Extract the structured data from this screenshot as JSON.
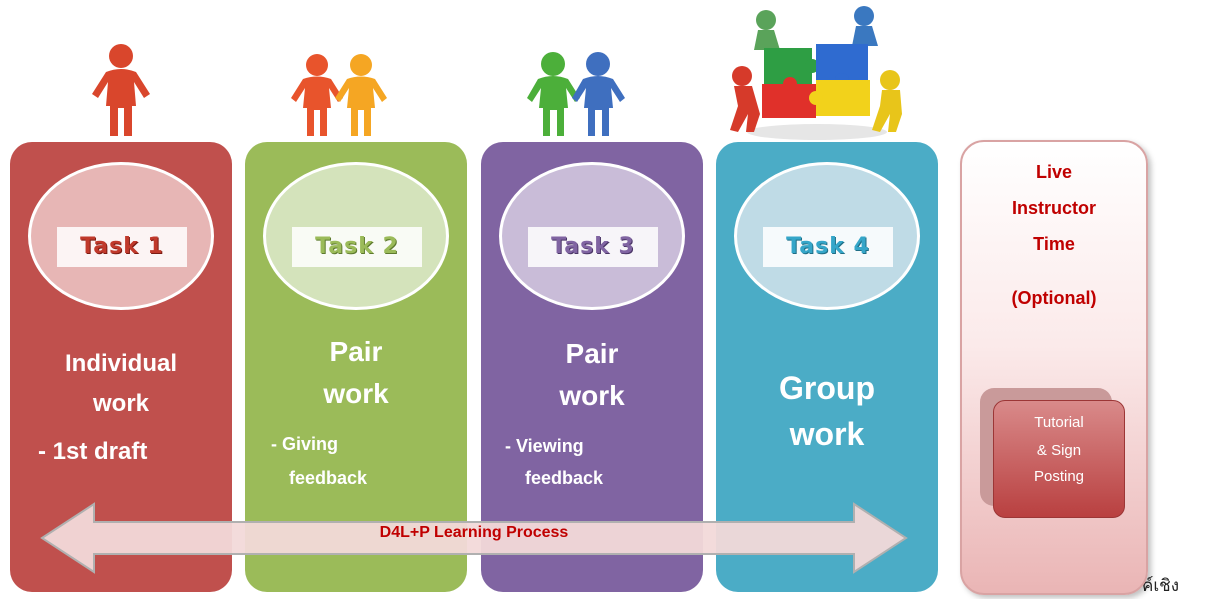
{
  "tasks": [
    {
      "task_label": "Task 1",
      "title_line1": "Individual",
      "title_line2": "work",
      "sub_line1": "- 1st draft",
      "sub_line2": ""
    },
    {
      "task_label": "Task 2",
      "title_line1": "Pair",
      "title_line2": "work",
      "sub_line1": "- Giving",
      "sub_line2": "feedback"
    },
    {
      "task_label": "Task 3",
      "title_line1": "Pair",
      "title_line2": "work",
      "sub_line1": "- Viewing",
      "sub_line2": "feedback"
    },
    {
      "task_label": "Task 4",
      "title_line1": "Group",
      "title_line2": "work",
      "sub_line1": "",
      "sub_line2": ""
    }
  ],
  "live_instructor": {
    "line1": "Live",
    "line2": "Instructor",
    "line3": "Time",
    "line4": "(Optional)",
    "tutorial_line1": "Tutorial",
    "tutorial_line2": "& Sign",
    "tutorial_line3": "Posting"
  },
  "process_arrow_label": "D4L+P Learning Process",
  "background_text_fragment": "ค์เชิง",
  "colors": {
    "task1": "#c0504d",
    "task2": "#9bbb59",
    "task3": "#8064a2",
    "task4": "#4bacc6",
    "accent_red": "#c00000"
  },
  "icons": [
    "person-icon",
    "pair-icon",
    "pair-icon",
    "group-puzzle-icon"
  ]
}
